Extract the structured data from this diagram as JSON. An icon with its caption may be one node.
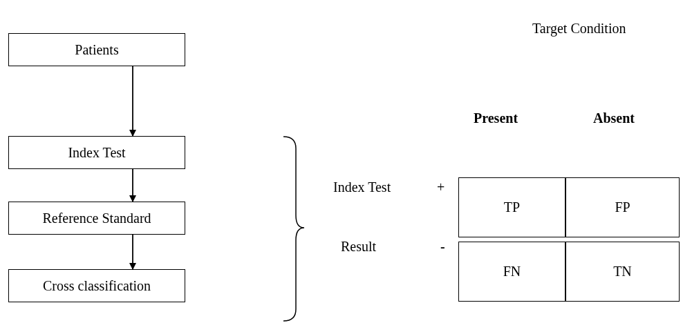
{
  "diagram": {
    "nodes": [
      {
        "text": [
          "Patients"
        ]
      },
      {
        "text": [
          "Index Test"
        ]
      },
      {
        "text": [
          "Reference Standard"
        ]
      },
      {
        "text": [
          "Cross classification"
        ]
      }
    ],
    "edges": [
      {
        "from": 0,
        "to": 1,
        "arrow": "to"
      },
      {
        "from": 1,
        "to": 2,
        "arrow": "to"
      },
      {
        "from": 2,
        "to": 3,
        "arrow": "to"
      }
    ],
    "labels": [
      "Target Condition",
      "Present",
      "Absent",
      "Index Test",
      "+",
      "TP",
      "FP",
      "Result",
      "-",
      "FN",
      "TN"
    ]
  }
}
